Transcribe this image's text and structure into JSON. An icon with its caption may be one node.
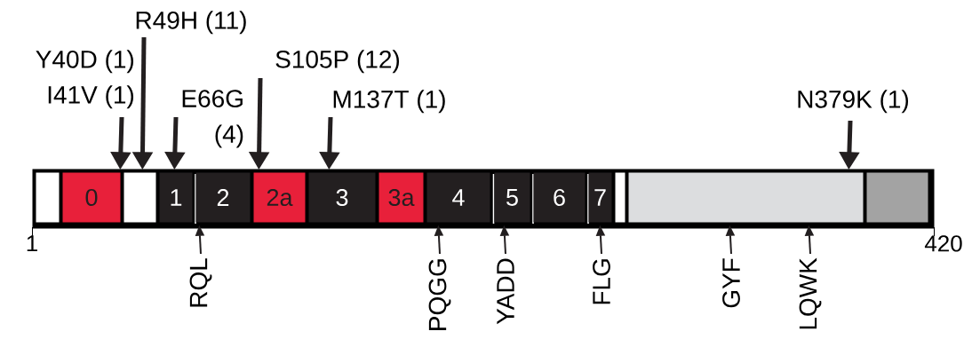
{
  "diagram": {
    "nodes": [
      {
        "text": [],
        "shape": "bar"
      },
      {
        "text": [],
        "shape": "box",
        "in": 0
      },
      {
        "text": [
          "0"
        ],
        "in": 0
      },
      {
        "text": [],
        "shape": "box",
        "in": 0
      },
      {
        "text": [
          "1"
        ],
        "in": 0
      },
      {
        "text": [
          "2"
        ],
        "in": 0
      },
      {
        "text": [
          "2a"
        ],
        "in": 0
      },
      {
        "text": [
          "3"
        ],
        "in": 0
      },
      {
        "text": [
          "3a"
        ],
        "in": 0
      },
      {
        "text": [
          "4"
        ],
        "in": 0
      },
      {
        "text": [
          "5"
        ],
        "in": 0
      },
      {
        "text": [
          "6"
        ],
        "in": 0
      },
      {
        "text": [
          "7"
        ],
        "in": 0
      },
      {
        "text": [],
        "shape": "box",
        "in": 0
      },
      {
        "text": [],
        "shape": "box",
        "in": 0
      },
      {
        "text": [],
        "shape": "box",
        "in": 0
      },
      {
        "text": [
          "R49H (11)"
        ]
      },
      {
        "text": [
          "Y40D (1)",
          "I41V (1)"
        ]
      },
      {
        "text": [
          "S105P (12)"
        ]
      },
      {
        "text": [
          "E66G (4)"
        ]
      },
      {
        "text": [
          "M137T (1)"
        ]
      },
      {
        "text": [
          "N379K (1)"
        ]
      },
      {
        "text": [
          "RQL"
        ]
      },
      {
        "text": [
          "PQGG"
        ]
      },
      {
        "text": [
          "YADD"
        ]
      },
      {
        "text": [
          "FLG"
        ]
      },
      {
        "text": [
          "GYF"
        ]
      },
      {
        "text": [
          "LQWK"
        ]
      }
    ],
    "edges": [
      {
        "from": 16,
        "to": 3,
        "arrow": "to",
        "style": "thick"
      },
      {
        "from": 17,
        "to": 2,
        "arrow": "to",
        "style": "thick"
      },
      {
        "from": 18,
        "to": 6,
        "arrow": "to",
        "style": "thick"
      },
      {
        "from": 19,
        "to": 4,
        "arrow": "to",
        "style": "thick"
      },
      {
        "from": 20,
        "to": 7,
        "arrow": "to",
        "style": "thick"
      },
      {
        "from": 21,
        "to": 14,
        "arrow": "to",
        "style": "thick"
      },
      {
        "from": 22,
        "to": 5,
        "arrow": "to"
      },
      {
        "from": 23,
        "to": 9,
        "arrow": "to"
      },
      {
        "from": 24,
        "to": 10,
        "arrow": "to"
      },
      {
        "from": 25,
        "to": 12,
        "arrow": "to"
      },
      {
        "from": 26,
        "to": 14,
        "arrow": "to"
      },
      {
        "from": 27,
        "to": 14,
        "arrow": "to"
      }
    ],
    "labels": [
      "1",
      "420"
    ]
  }
}
